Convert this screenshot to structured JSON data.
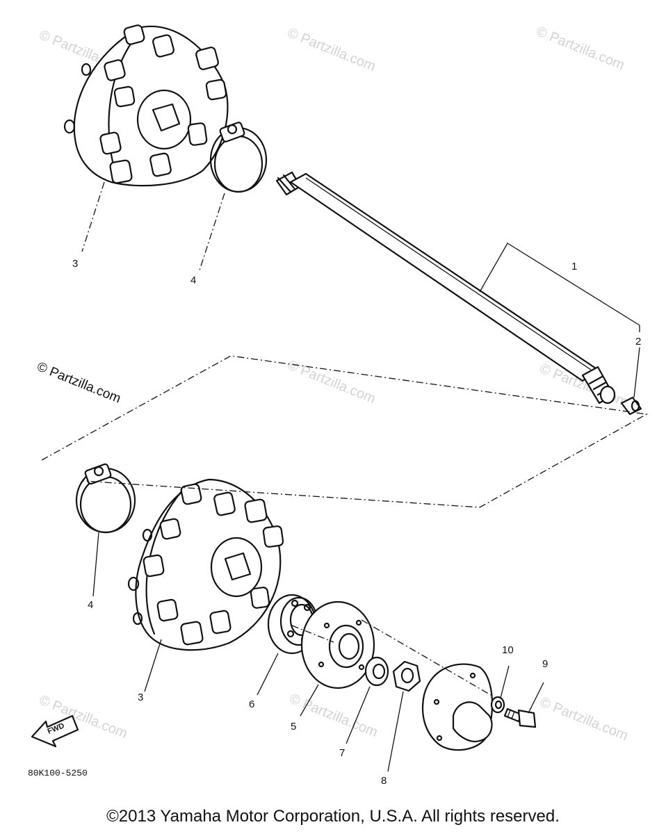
{
  "watermarks": {
    "light": "© Partzilla.com",
    "dark": "© Partzilla.com"
  },
  "callouts": {
    "c1": "1",
    "c2": "2",
    "c3_top": "3",
    "c4_top": "4",
    "c3_bottom": "3",
    "c4_bottom": "4",
    "c5": "5",
    "c6": "6",
    "c7": "7",
    "c8": "8",
    "c9": "9",
    "c10": "10"
  },
  "fwd_label": "FWD",
  "diagram_code": "80K100-5250",
  "copyright": "©2013  Yamaha Motor Corporation, U.S.A. All rights reserved."
}
